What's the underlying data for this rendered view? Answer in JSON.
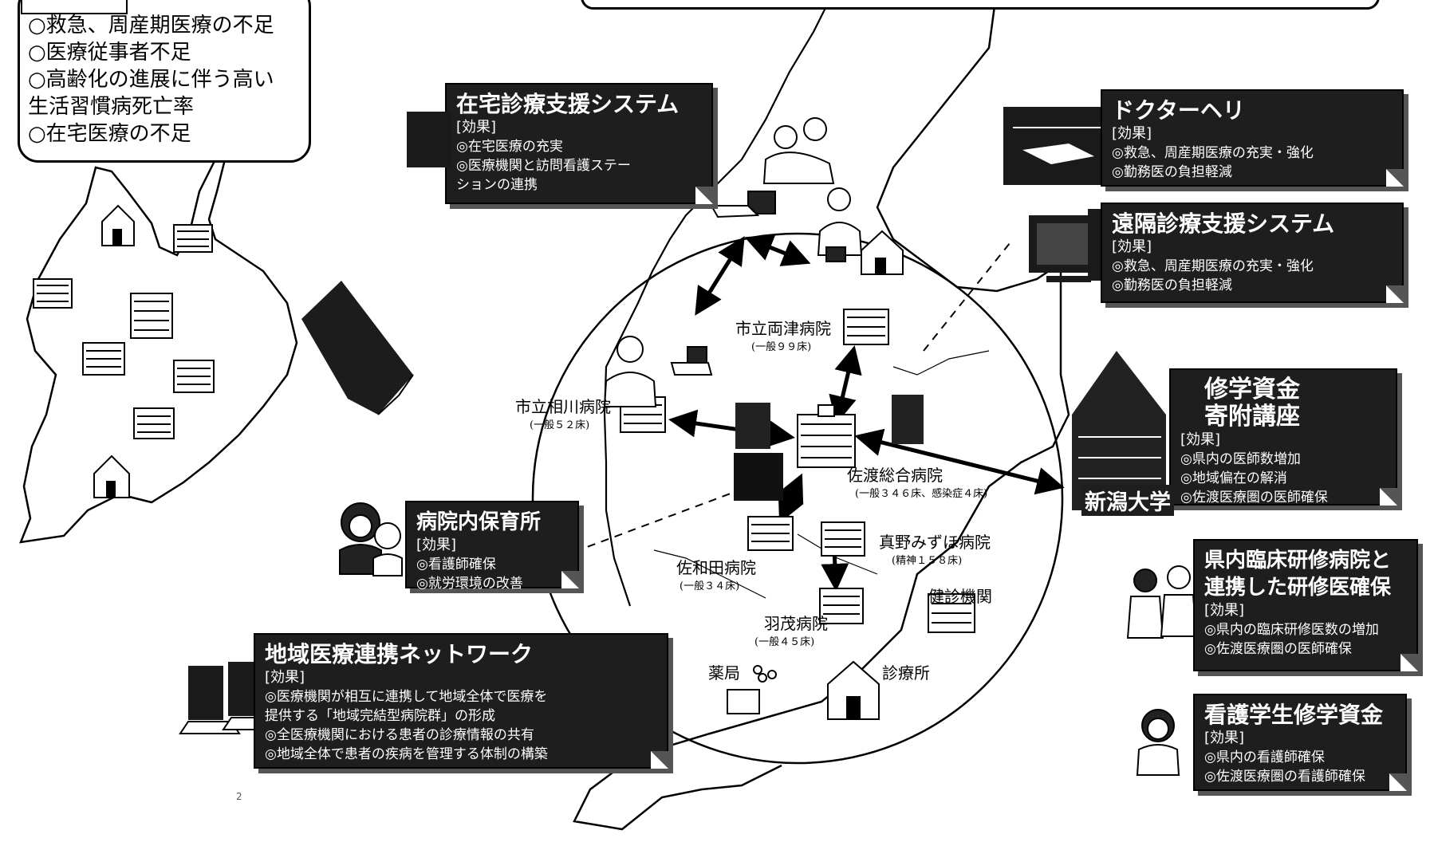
{
  "issues": {
    "lines": [
      "○救急、周産期医療の不足",
      "○医療従事者不足",
      "○高齢化の進展に伴う高い",
      "生活習慣病死亡率",
      "○在宅医療の不足"
    ]
  },
  "boxes": {
    "zaitaku": {
      "title": "在宅診療支援システム",
      "effect": "[効果]",
      "lines": [
        "◎在宅医療の充実",
        "◎医療機関と訪問看護ステー",
        "ションの連携"
      ]
    },
    "doctorheli": {
      "title": "ドクターヘリ",
      "effect": "[効果]",
      "lines": [
        "◎救急、周産期医療の充実・強化",
        "◎勤務医の負担軽減"
      ]
    },
    "enkaku": {
      "title": "遠隔診療支援システム",
      "effect": "[効果]",
      "lines": [
        "◎救急、周産期医療の充実・強化",
        "◎勤務医の負担軽減"
      ]
    },
    "shugaku": {
      "title1": "修学資金",
      "title2": "寄附講座",
      "effect": "[効果]",
      "lines": [
        "◎県内の医師数増加",
        "◎地域偏在の解消",
        "◎佐渡医療圏の医師確保"
      ]
    },
    "kennai": {
      "title1": "県内臨床研修病院と",
      "title2": "連携した研修医確保",
      "effect": "[効果]",
      "lines": [
        "◎県内の臨床研修医数の増加",
        "◎佐渡医療圏の医師確保"
      ]
    },
    "kango": {
      "title": "看護学生修学資金",
      "effect": "[効果]",
      "lines": [
        "◎県内の看護師確保",
        "◎佐渡医療圏の看護師確保"
      ]
    },
    "hoiku": {
      "title": "病院内保育所",
      "effect": "[効果]",
      "lines": [
        "◎看護師確保",
        "◎就労環境の改善"
      ]
    },
    "network": {
      "title": "地域医療連携ネットワーク",
      "effect": "[効果]",
      "lines": [
        "◎医療機関が相互に連携して地域全体で医療を",
        "提供する「地域完結型病院群」の形成",
        "◎全医療機関における患者の診療情報の共有",
        "◎地域全体で患者の疾病を管理する体制の構築"
      ]
    }
  },
  "niigata_label": "新潟大学",
  "hospitals": {
    "ryotsu": {
      "name": "市立両津病院",
      "beds": "(一般９９床)"
    },
    "aikawa": {
      "name": "市立相川病院",
      "beds": "(一般５２床)"
    },
    "sado": {
      "name": "佐渡総合病院",
      "beds": "(一般３４６床、感染症４床)"
    },
    "sawata": {
      "name": "佐和田病院",
      "beds": "(一般３４床)"
    },
    "mano": {
      "name": "真野みずほ病院",
      "beds": "(精神１５８床)"
    },
    "hamochi": {
      "name": "羽茂病院",
      "beds": "(一般４５床)"
    },
    "kenshin": {
      "name": "健診機関"
    },
    "yakkyoku": {
      "name": "薬局"
    },
    "shinryo": {
      "name": "診療所"
    }
  },
  "page_mark": "2"
}
